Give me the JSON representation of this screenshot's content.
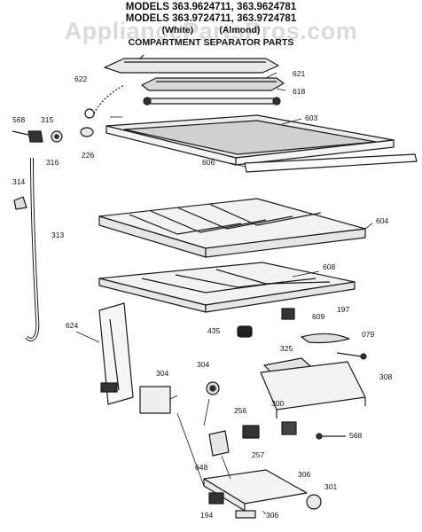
{
  "header": {
    "line1": "MODELS 363.9624711, 363.9624781",
    "line2": "MODELS 363.9724711, 363.9724781",
    "line3": "(White)          (Almond)",
    "line4": "COMPARTMENT SEPARATOR PARTS"
  },
  "watermark": "AppliancePartsPros.com",
  "parts": {
    "p622": "622",
    "p621": "621",
    "p618": "618",
    "p568a": "568",
    "p315a": "315",
    "p316": "316",
    "p226": "226",
    "p603": "603",
    "p606": "606",
    "p314": "314",
    "p313": "313",
    "p604": "604",
    "p608": "608",
    "p624": "624",
    "p435": "435",
    "p609": "609",
    "p197": "197",
    "p079": "079",
    "p325": "325",
    "p308": "308",
    "p304a": "304",
    "p304b": "304",
    "p256": "256",
    "p300": "300",
    "p568b": "568",
    "p257": "257",
    "p648": "648",
    "p306a": "306",
    "p301": "301",
    "p194": "194",
    "p306b": "306"
  }
}
